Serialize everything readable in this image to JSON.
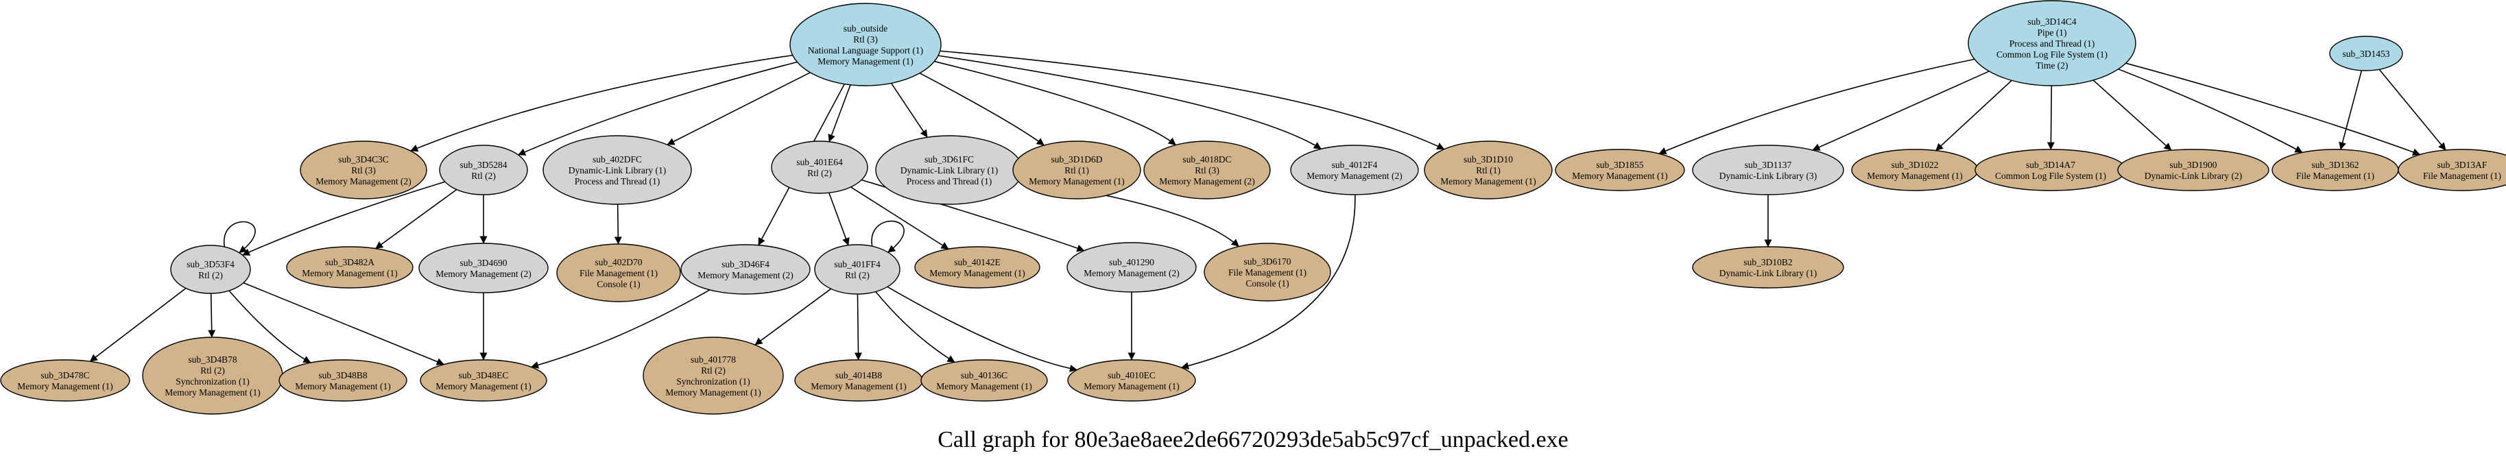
{
  "caption": "Call graph for 80e3ae8aee2de66720293de5ab5c97cf_unpacked.exe",
  "colors": {
    "entry": "#add8e6",
    "internal": "#d3d3d3",
    "leaf": "#d2b48c",
    "stroke": "#000000"
  },
  "nodes": [
    {
      "id": "sub_outside",
      "kind": "entry",
      "lines": [
        "sub_outside",
        "Rtl (3)",
        "National Language Support (1)",
        "Memory Management (1)"
      ]
    },
    {
      "id": "sub_3D4C3C",
      "kind": "leaf",
      "lines": [
        "sub_3D4C3C",
        "Rtl (3)",
        "Memory Management (2)"
      ]
    },
    {
      "id": "sub_3D5284",
      "kind": "internal",
      "lines": [
        "sub_3D5284",
        "Rtl (2)"
      ]
    },
    {
      "id": "sub_402DFC",
      "kind": "internal",
      "lines": [
        "sub_402DFC",
        "Dynamic-Link Library (1)",
        "Process and Thread (1)"
      ]
    },
    {
      "id": "sub_401E64",
      "kind": "internal",
      "lines": [
        "sub_401E64",
        "Rtl (2)"
      ]
    },
    {
      "id": "sub_3D61FC",
      "kind": "internal",
      "lines": [
        "sub_3D61FC",
        "Dynamic-Link Library (1)",
        "Process and Thread (1)"
      ]
    },
    {
      "id": "sub_3D1D6D",
      "kind": "leaf",
      "lines": [
        "sub_3D1D6D",
        "Rtl (1)",
        "Memory Management (1)"
      ]
    },
    {
      "id": "sub_4018DC",
      "kind": "leaf",
      "lines": [
        "sub_4018DC",
        "Rtl (3)",
        "Memory Management (2)"
      ]
    },
    {
      "id": "sub_4012F4",
      "kind": "internal",
      "lines": [
        "sub_4012F4",
        "Memory Management (2)"
      ]
    },
    {
      "id": "sub_3D1D10",
      "kind": "leaf",
      "lines": [
        "sub_3D1D10",
        "Rtl (1)",
        "Memory Management (1)"
      ]
    },
    {
      "id": "sub_3D53F4",
      "kind": "internal",
      "lines": [
        "sub_3D53F4",
        "Rtl (2)"
      ]
    },
    {
      "id": "sub_3D482A",
      "kind": "leaf",
      "lines": [
        "sub_3D482A",
        "Memory Management (1)"
      ]
    },
    {
      "id": "sub_3D4690",
      "kind": "internal",
      "lines": [
        "sub_3D4690",
        "Memory Management (2)"
      ]
    },
    {
      "id": "sub_402D70",
      "kind": "leaf",
      "lines": [
        "sub_402D70",
        "File Management (1)",
        "Console (1)"
      ]
    },
    {
      "id": "sub_3D46F4",
      "kind": "internal",
      "lines": [
        "sub_3D46F4",
        "Memory Management (2)"
      ]
    },
    {
      "id": "sub_401FF4",
      "kind": "internal",
      "lines": [
        "sub_401FF4",
        "Rtl (2)"
      ]
    },
    {
      "id": "sub_40142E",
      "kind": "leaf",
      "lines": [
        "sub_40142E",
        "Memory Management (1)"
      ]
    },
    {
      "id": "sub_401290",
      "kind": "internal",
      "lines": [
        "sub_401290",
        "Memory Management (2)"
      ]
    },
    {
      "id": "sub_3D6170",
      "kind": "leaf",
      "lines": [
        "sub_3D6170",
        "File Management (1)",
        "Console (1)"
      ]
    },
    {
      "id": "sub_3D478C",
      "kind": "leaf",
      "lines": [
        "sub_3D478C",
        "Memory Management (1)"
      ]
    },
    {
      "id": "sub_3D4B78",
      "kind": "leaf",
      "lines": [
        "sub_3D4B78",
        "Rtl (2)",
        "Synchronization (1)",
        "Memory Management (1)"
      ]
    },
    {
      "id": "sub_3D48B8",
      "kind": "leaf",
      "lines": [
        "sub_3D48B8",
        "Memory Management (1)"
      ]
    },
    {
      "id": "sub_3D48EC",
      "kind": "leaf",
      "lines": [
        "sub_3D48EC",
        "Memory Management (1)"
      ]
    },
    {
      "id": "sub_401778",
      "kind": "leaf",
      "lines": [
        "sub_401778",
        "Rtl (2)",
        "Synchronization (1)",
        "Memory Management (1)"
      ]
    },
    {
      "id": "sub_4014B8",
      "kind": "leaf",
      "lines": [
        "sub_4014B8",
        "Memory Management (1)"
      ]
    },
    {
      "id": "sub_40136C",
      "kind": "leaf",
      "lines": [
        "sub_40136C",
        "Memory Management (1)"
      ]
    },
    {
      "id": "sub_4010EC",
      "kind": "leaf",
      "lines": [
        "sub_4010EC",
        "Memory Management (1)"
      ]
    },
    {
      "id": "sub_3D14C4",
      "kind": "entry",
      "lines": [
        "sub_3D14C4",
        "Pipe (1)",
        "Process and Thread (1)",
        "Common Log File System (1)",
        "Time (2)"
      ]
    },
    {
      "id": "sub_3D1453",
      "kind": "entry",
      "lines": [
        "sub_3D1453"
      ]
    },
    {
      "id": "sub_3D1855",
      "kind": "leaf",
      "lines": [
        "sub_3D1855",
        "Memory Management (1)"
      ]
    },
    {
      "id": "sub_3D1137",
      "kind": "internal",
      "lines": [
        "sub_3D1137",
        "Dynamic-Link Library (3)"
      ]
    },
    {
      "id": "sub_3D1022",
      "kind": "leaf",
      "lines": [
        "sub_3D1022",
        "Memory Management (1)"
      ]
    },
    {
      "id": "sub_3D14A7",
      "kind": "leaf",
      "lines": [
        "sub_3D14A7",
        "Common Log File System (1)"
      ]
    },
    {
      "id": "sub_3D1900",
      "kind": "leaf",
      "lines": [
        "sub_3D1900",
        "Dynamic-Link Library (2)"
      ]
    },
    {
      "id": "sub_3D1362",
      "kind": "leaf",
      "lines": [
        "sub_3D1362",
        "File Management (1)"
      ]
    },
    {
      "id": "sub_3D13AF",
      "kind": "leaf",
      "lines": [
        "sub_3D13AF",
        "File Management (1)"
      ]
    },
    {
      "id": "sub_3D10B2",
      "kind": "leaf",
      "lines": [
        "sub_3D10B2",
        "Dynamic-Link Library (1)"
      ]
    }
  ],
  "edges": [
    {
      "from": "sub_outside",
      "to": "sub_3D4C3C"
    },
    {
      "from": "sub_outside",
      "to": "sub_3D5284"
    },
    {
      "from": "sub_outside",
      "to": "sub_402DFC"
    },
    {
      "from": "sub_outside",
      "to": "sub_3D46F4"
    },
    {
      "from": "sub_outside",
      "to": "sub_401E64"
    },
    {
      "from": "sub_outside",
      "to": "sub_3D61FC"
    },
    {
      "from": "sub_outside",
      "to": "sub_3D1D6D"
    },
    {
      "from": "sub_outside",
      "to": "sub_4018DC"
    },
    {
      "from": "sub_outside",
      "to": "sub_4012F4"
    },
    {
      "from": "sub_outside",
      "to": "sub_3D1D10"
    },
    {
      "from": "sub_3D5284",
      "to": "sub_3D53F4"
    },
    {
      "from": "sub_3D5284",
      "to": "sub_3D482A"
    },
    {
      "from": "sub_3D5284",
      "to": "sub_3D4690"
    },
    {
      "from": "sub_402DFC",
      "to": "sub_402D70"
    },
    {
      "from": "sub_401E64",
      "to": "sub_401FF4"
    },
    {
      "from": "sub_401E64",
      "to": "sub_40142E"
    },
    {
      "from": "sub_401E64",
      "to": "sub_401290"
    },
    {
      "from": "sub_3D61FC",
      "to": "sub_3D6170"
    },
    {
      "from": "sub_4012F4",
      "to": "sub_4010EC"
    },
    {
      "from": "sub_3D53F4",
      "to": "sub_3D53F4"
    },
    {
      "from": "sub_3D53F4",
      "to": "sub_3D478C"
    },
    {
      "from": "sub_3D53F4",
      "to": "sub_3D4B78"
    },
    {
      "from": "sub_3D53F4",
      "to": "sub_3D48B8"
    },
    {
      "from": "sub_3D53F4",
      "to": "sub_3D48EC"
    },
    {
      "from": "sub_3D4690",
      "to": "sub_3D48EC"
    },
    {
      "from": "sub_3D46F4",
      "to": "sub_3D48EC"
    },
    {
      "from": "sub_401FF4",
      "to": "sub_401FF4"
    },
    {
      "from": "sub_401FF4",
      "to": "sub_401778"
    },
    {
      "from": "sub_401FF4",
      "to": "sub_4014B8"
    },
    {
      "from": "sub_401FF4",
      "to": "sub_40136C"
    },
    {
      "from": "sub_401FF4",
      "to": "sub_4010EC"
    },
    {
      "from": "sub_401290",
      "to": "sub_4010EC"
    },
    {
      "from": "sub_3D14C4",
      "to": "sub_3D1855"
    },
    {
      "from": "sub_3D14C4",
      "to": "sub_3D1137"
    },
    {
      "from": "sub_3D14C4",
      "to": "sub_3D1022"
    },
    {
      "from": "sub_3D14C4",
      "to": "sub_3D14A7"
    },
    {
      "from": "sub_3D14C4",
      "to": "sub_3D1900"
    },
    {
      "from": "sub_3D14C4",
      "to": "sub_3D1362"
    },
    {
      "from": "sub_3D14C4",
      "to": "sub_3D13AF"
    },
    {
      "from": "sub_3D1453",
      "to": "sub_3D1362"
    },
    {
      "from": "sub_3D1453",
      "to": "sub_3D13AF"
    },
    {
      "from": "sub_3D1137",
      "to": "sub_3D10B2"
    }
  ]
}
